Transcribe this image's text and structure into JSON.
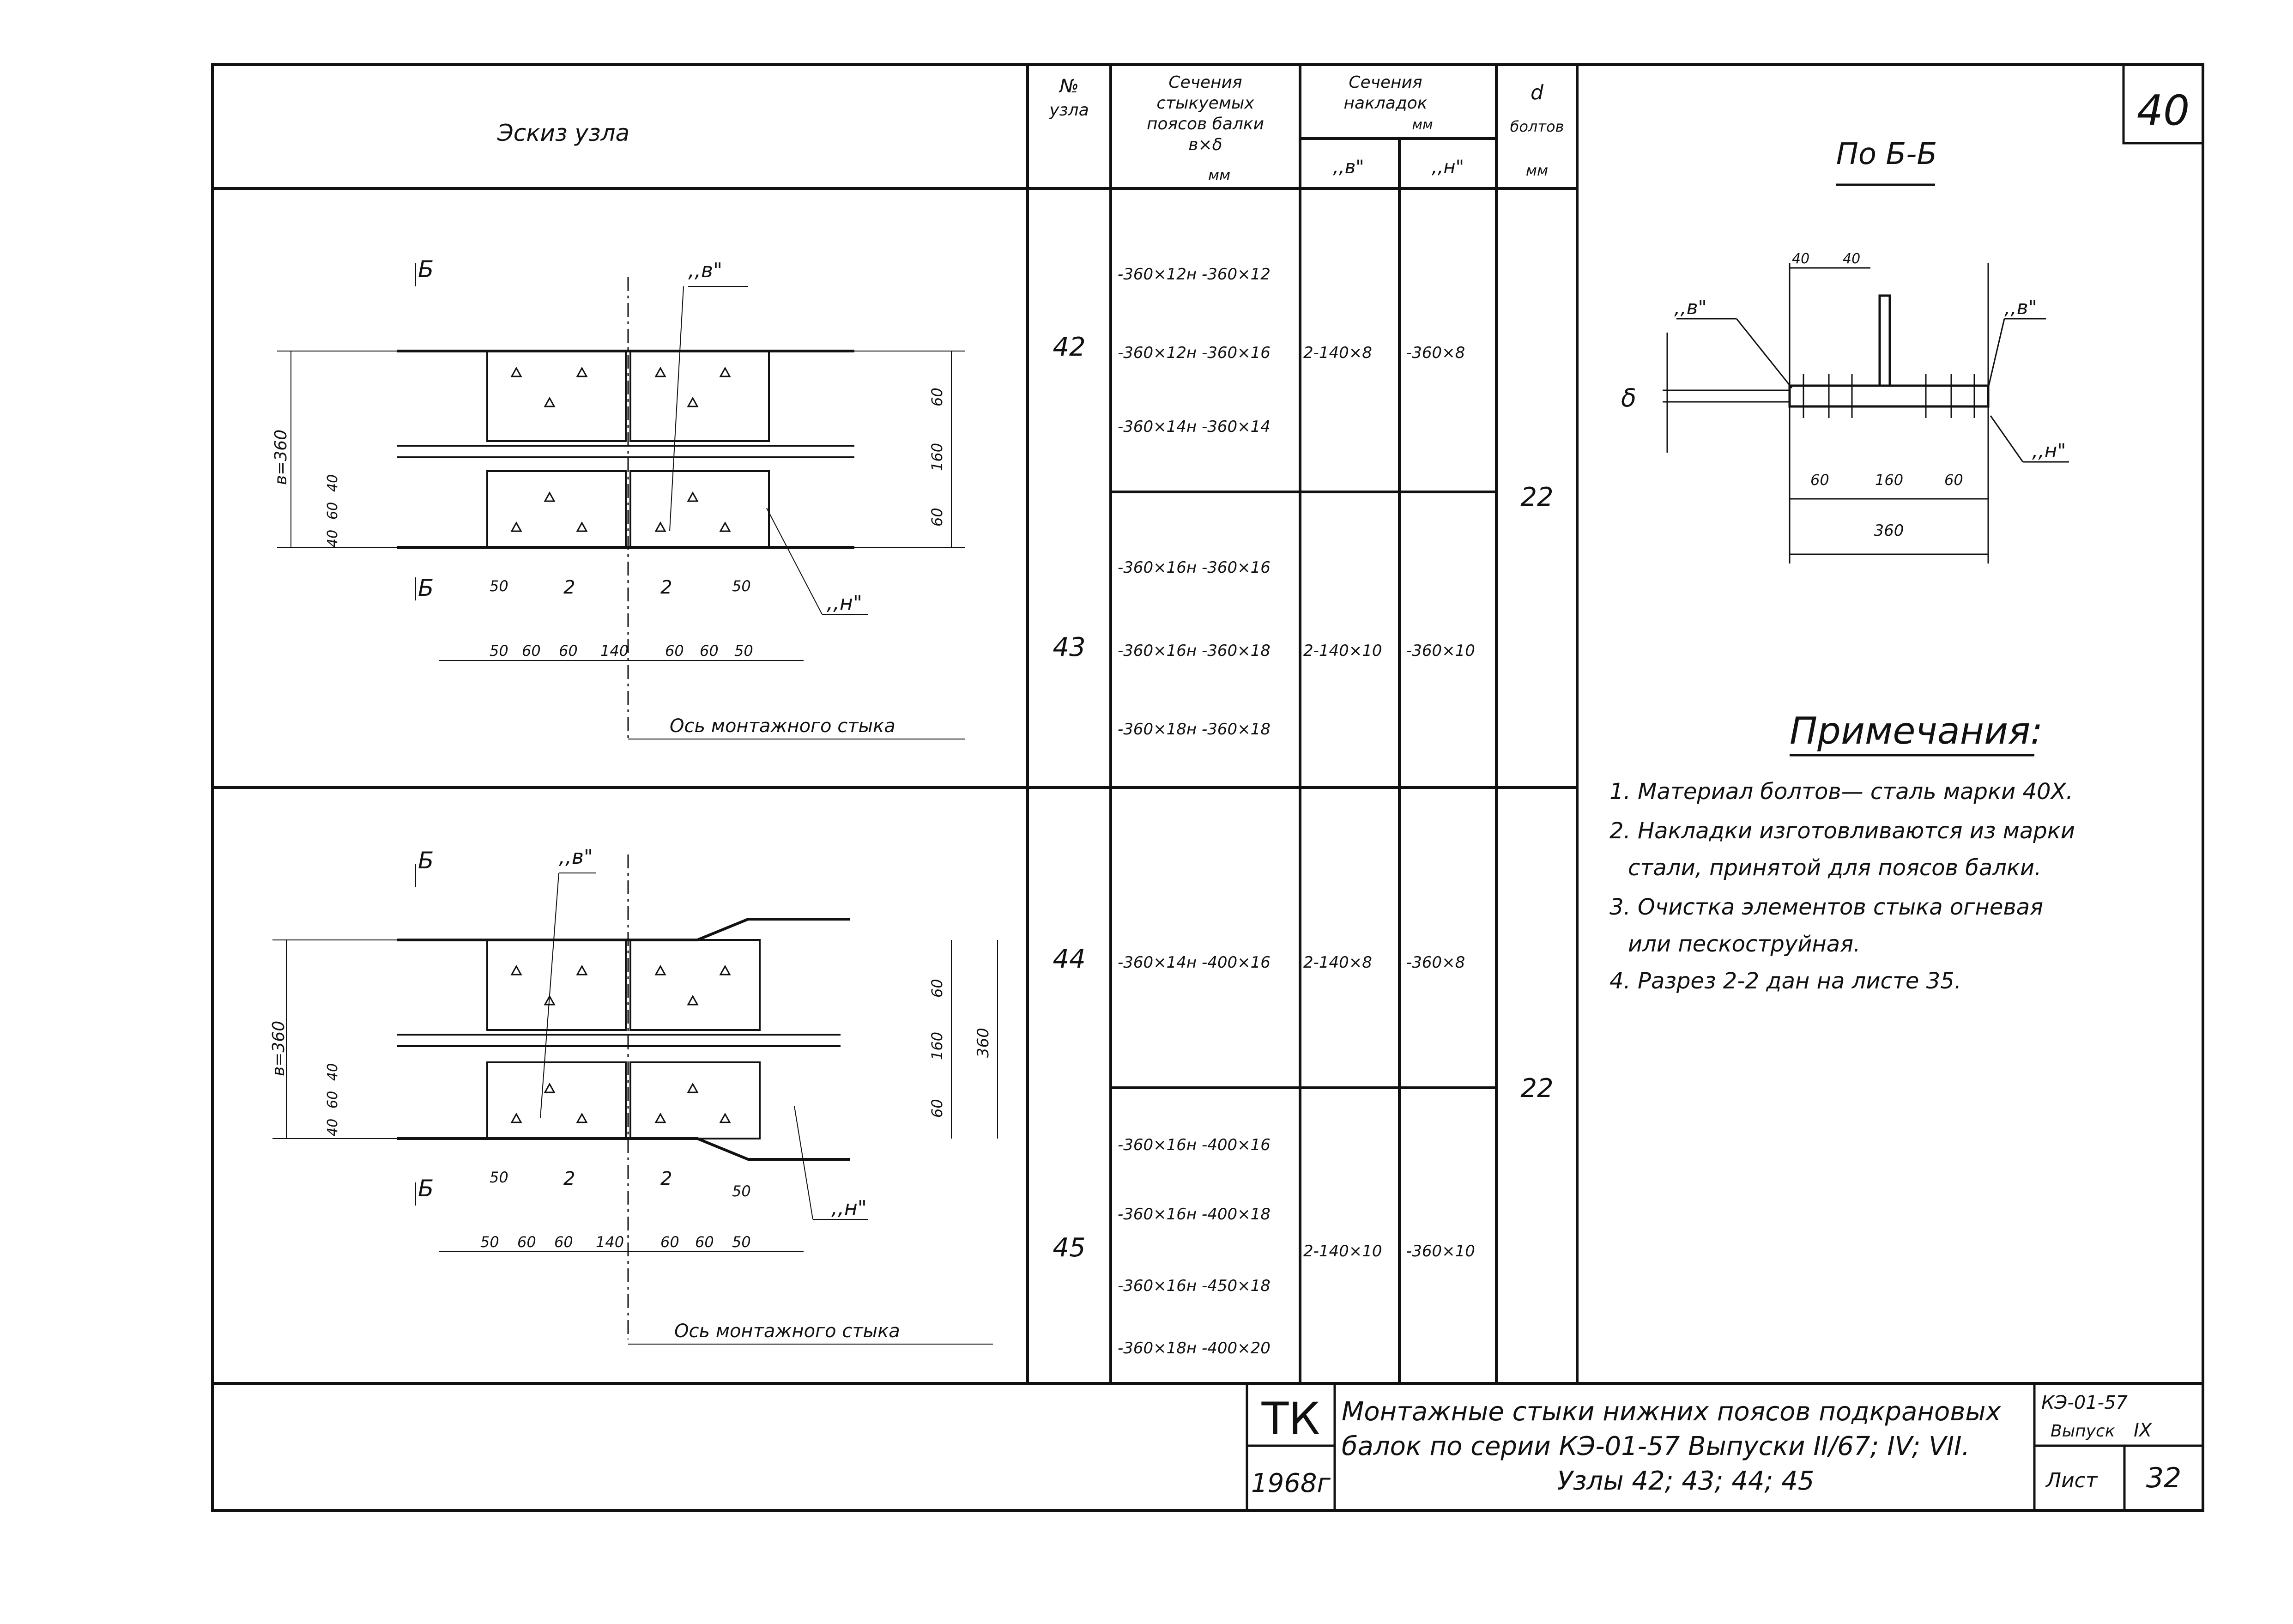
{
  "sheet_corner_number": "40",
  "table": {
    "header_sketch": "Эскиз  узла",
    "header_node_no": [
      "№",
      "узла"
    ],
    "header_flange_section": [
      "Сечения",
      "стыкуемых",
      "поясов балки",
      "в×δ",
      "мм"
    ],
    "header_plate_section": [
      "Сечения",
      "накладок",
      "мм"
    ],
    "header_plate_v": ",,в\"",
    "header_plate_n": ",,н\"",
    "header_bolt_d": [
      "d",
      "болтов",
      "мм"
    ],
    "rows": [
      {
        "node": "42",
        "sections": [
          "-360×12н -360×12",
          "-360×12н -360×16",
          "-360×14н -360×14"
        ],
        "plate_v": "2-140×8",
        "plate_n": "-360×8"
      },
      {
        "node": "43",
        "sections": [
          "-360×16н -360×16",
          "-360×16н -360×18",
          "-360×18н -360×18"
        ],
        "plate_v": "2-140×10",
        "plate_n": "-360×10"
      },
      {
        "node": "44",
        "sections": [
          "-360×14н -400×16"
        ],
        "plate_v": "2-140×8",
        "plate_n": "-360×8"
      },
      {
        "node": "45",
        "sections": [
          "-360×16н -400×16",
          "-360×16н -400×18",
          "-360×16н -450×18",
          "-360×18н -400×20"
        ],
        "plate_v": "2-140×10",
        "plate_n": "-360×10"
      }
    ],
    "bolt_d_groups": [
      "22",
      "22"
    ]
  },
  "sketch_top": {
    "section_mark": "Б",
    "label_v": ",,в\"",
    "label_n": ",,н\"",
    "width_label": "в=360",
    "left_dims": [
      "40",
      "60",
      "40"
    ],
    "right_dims": [
      "60",
      "160",
      "60"
    ],
    "small_dims": [
      "50",
      "2",
      "2",
      "50"
    ],
    "bottom_dims": [
      "50",
      "60",
      "60",
      "140",
      "60",
      "60",
      "50"
    ],
    "axis_label": "Ось монтажного стыка"
  },
  "sketch_bottom": {
    "section_mark": "Б",
    "label_v": ",,в\"",
    "label_n": ",,н\"",
    "width_label": "в=360",
    "left_dims": [
      "40",
      "60",
      "40"
    ],
    "right_dims": [
      "60",
      "160",
      "60"
    ],
    "overall_dim": "360",
    "small_dims": [
      "50",
      "2",
      "2",
      "50"
    ],
    "bottom_dims": [
      "50",
      "60",
      "60",
      "140",
      "60",
      "60",
      "50"
    ],
    "axis_label": "Ось монтажного стыка"
  },
  "section_view": {
    "title": "По Б-Б",
    "top_dims": [
      "40",
      "40"
    ],
    "label_v_left": ",,в\"",
    "label_v_right": ",,в\"",
    "label_n": ",,н\"",
    "delta": "δ",
    "bottom_dims": [
      "60",
      "160",
      "60"
    ],
    "overall": "360"
  },
  "notes": {
    "title": "Примечания:",
    "items": [
      "1. Материал болтов— сталь марки 40Х.",
      "2. Накладки изготовливаются из марки",
      "стали, принятой для поясов балки.",
      "3. Очистка элементов стыка огневая",
      "или пескоструйная.",
      "4. Разрез 2-2 дан на листе 35."
    ]
  },
  "title_block": {
    "org": "ТК",
    "year": "1968г",
    "title_lines": [
      "Монтажные стыки нижних поясов подкрановых",
      "балок по серии КЭ-01-57 Выпуски II/67; IV; VII.",
      "Узлы 42; 43; 44; 45"
    ],
    "series": "КЭ-01-57",
    "issue_label": "Выпуск",
    "issue_value": "IX",
    "sheet_label": "Лист",
    "sheet_value": "32"
  }
}
